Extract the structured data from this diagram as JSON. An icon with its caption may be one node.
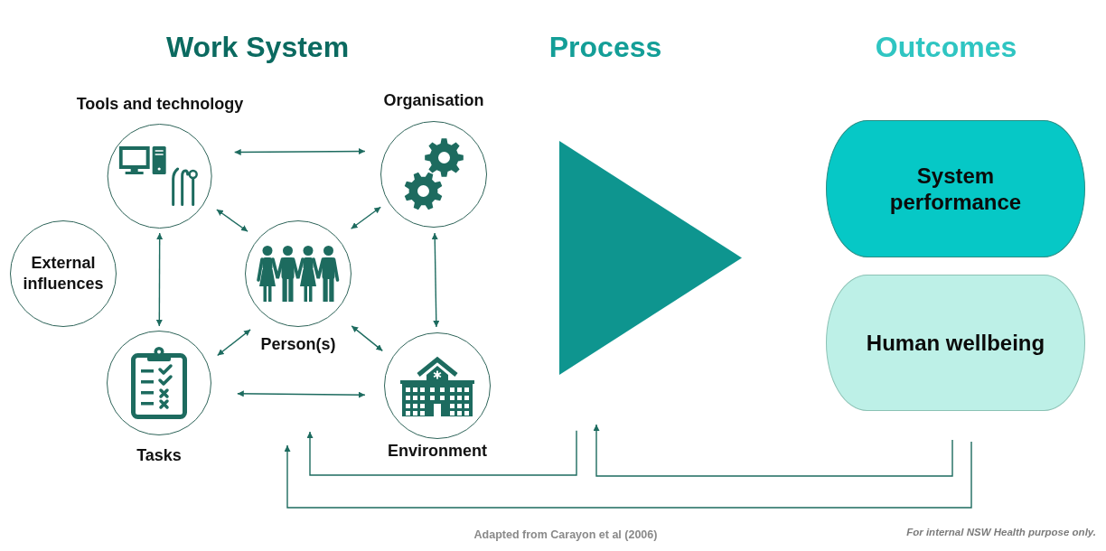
{
  "diagram": {
    "nodes": [
      {
        "text": [
          "Tools and technology"
        ]
      },
      {
        "text": [
          "Organisation"
        ]
      },
      {
        "text": [
          "External influences"
        ]
      },
      {
        "text": [
          "Person(s)"
        ]
      },
      {
        "text": [
          "Tasks"
        ]
      },
      {
        "text": [
          "Environment"
        ]
      },
      {
        "text": [],
        "shape": "triangle"
      },
      {
        "text": [
          "System performance"
        ]
      },
      {
        "text": [
          "Human wellbeing"
        ]
      }
    ],
    "edges": [
      {
        "from": 0,
        "to": 1,
        "arrow": "both"
      },
      {
        "from": 0,
        "to": 3,
        "arrow": "both"
      },
      {
        "from": 1,
        "to": 3,
        "arrow": "both"
      },
      {
        "from": 0,
        "to": 4,
        "arrow": "both"
      },
      {
        "from": 1,
        "to": 5,
        "arrow": "both"
      },
      {
        "from": 4,
        "to": 3,
        "arrow": "both"
      },
      {
        "from": 3,
        "to": 5,
        "arrow": "both"
      },
      {
        "from": 4,
        "to": 5,
        "arrow": "both"
      },
      {
        "from": 6,
        "to": null,
        "arrow": "to"
      },
      {
        "from": 8,
        "to": null,
        "arrow": "to"
      },
      {
        "from": 8,
        "to": null,
        "arrow": "to"
      }
    ],
    "labels": [
      "Work System",
      "Process",
      "Outcomes",
      "Adapted from Carayon et al (2006)",
      "For internal NSW Health purpose only."
    ]
  }
}
